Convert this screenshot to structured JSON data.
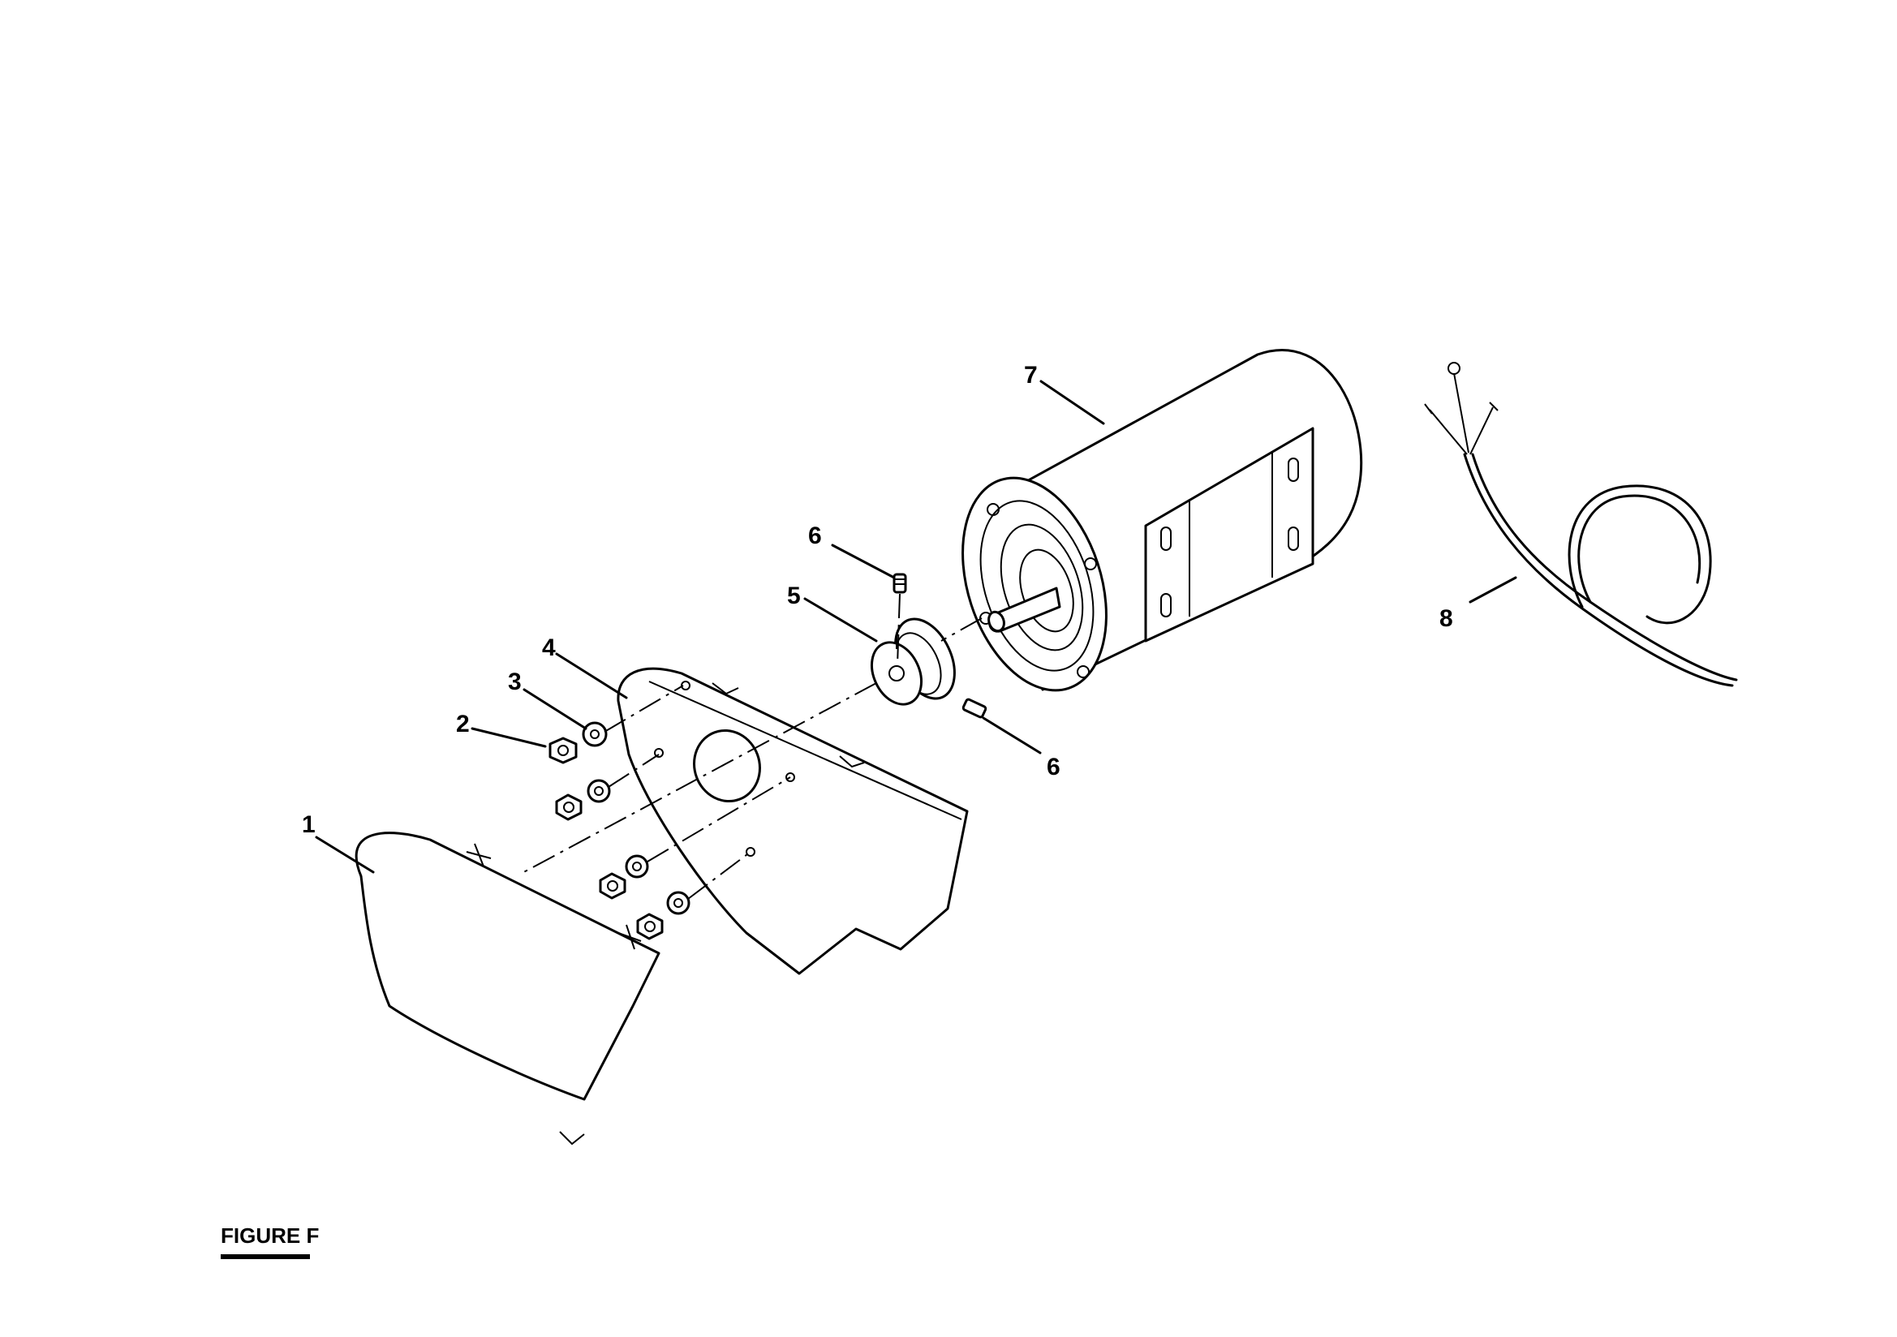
{
  "figure": {
    "label": "FIGURE F"
  },
  "callouts": [
    {
      "id": "c1",
      "number": "1"
    },
    {
      "id": "c2",
      "number": "2"
    },
    {
      "id": "c3",
      "number": "3"
    },
    {
      "id": "c4",
      "number": "4"
    },
    {
      "id": "c5",
      "number": "5"
    },
    {
      "id": "c6a",
      "number": "6"
    },
    {
      "id": "c6b",
      "number": "6"
    },
    {
      "id": "c7",
      "number": "7"
    },
    {
      "id": "c8",
      "number": "8"
    }
  ]
}
